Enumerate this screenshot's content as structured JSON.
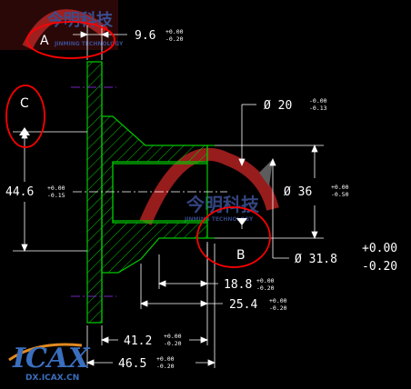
{
  "dimensions": {
    "top_width": {
      "value": "9.6",
      "upper": "+0.00",
      "lower": "-0.20"
    },
    "bore_small": {
      "value": "Ø 20",
      "upper": "-0.00",
      "lower": "-0.13"
    },
    "left_height": {
      "value": "44.6",
      "upper": "+0.00",
      "lower": "-0.15"
    },
    "hub_outer": {
      "value": "Ø 36",
      "upper": "+0.00",
      "lower": "-0.50"
    },
    "groove": {
      "value": "Ø 31.8",
      "upper": "+0.00",
      "lower": "-0.20"
    },
    "len_18": {
      "value": "18.8",
      "upper": "+0.00",
      "lower": "-0.20"
    },
    "len_25": {
      "value": "25.4",
      "upper": "+0.00",
      "lower": "-0.20"
    },
    "len_41": {
      "value": "41.2",
      "upper": "+0.00",
      "lower": "-0.20"
    },
    "len_46": {
      "value": "46.5",
      "upper": "+0.00",
      "lower": "-0.20"
    }
  },
  "markers": {
    "a": "A",
    "b": "B",
    "c": "C"
  },
  "watermark": {
    "top_cn": "今明科技",
    "top_en": "JINMING TECHNOLOGY",
    "center_cn": "今明科技",
    "center_en": "JINMING TECHNOLOGY"
  },
  "logo": {
    "text": "ICAX",
    "url": "DX.ICAX.CN"
  },
  "colors": {
    "part": "#00c800",
    "hatch": "#00c800",
    "dims": "#ffffff",
    "highlight": "#ff0000",
    "centerline": "#9b30ff"
  }
}
